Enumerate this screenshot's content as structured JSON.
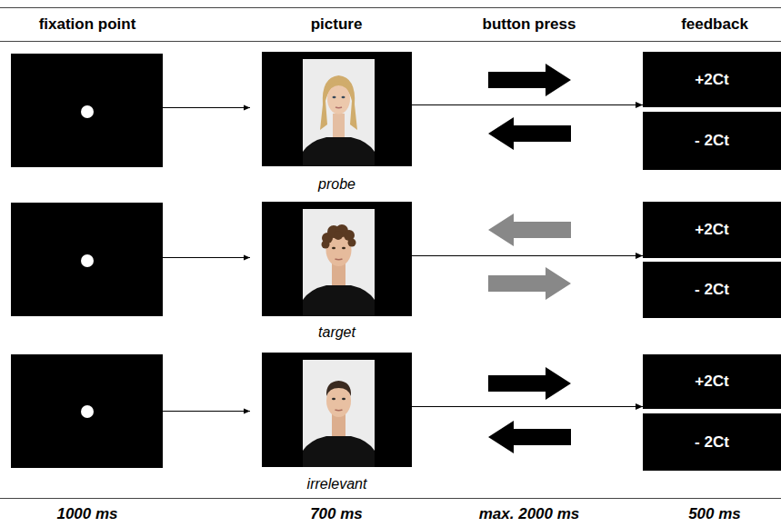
{
  "diagram": {
    "nodes": [
      {
        "text": [
          "probe"
        ]
      },
      {
        "text": [
          "+2Ct"
        ]
      },
      {
        "text": [
          "- 2Ct"
        ]
      },
      {
        "text": [
          "target"
        ]
      },
      {
        "text": [
          "+2Ct"
        ]
      },
      {
        "text": [
          "- 2Ct"
        ]
      },
      {
        "text": [
          "irrelevant"
        ]
      },
      {
        "text": [
          "+2Ct"
        ]
      },
      {
        "text": [
          "- 2Ct"
        ]
      }
    ],
    "edges": [
      {
        "from": 0,
        "to": 1,
        "arrow": "to"
      },
      {
        "from": 3,
        "to": 4,
        "arrow": "to"
      },
      {
        "from": 6,
        "to": 7,
        "arrow": "to"
      }
    ],
    "labels": [
      "fixation point",
      "picture",
      "button press",
      "feedback",
      "1000 ms",
      "700 ms",
      "max. 2000 ms",
      "500 ms"
    ]
  }
}
